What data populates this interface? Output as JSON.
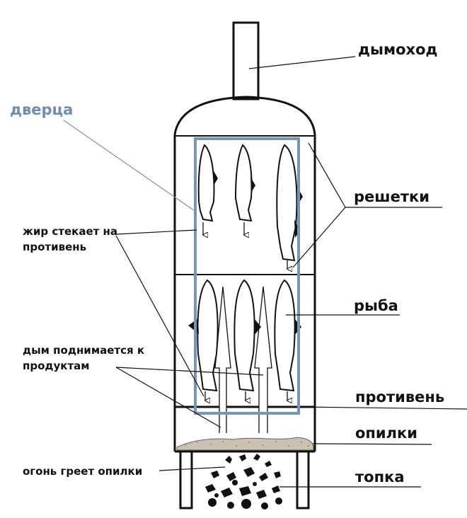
{
  "labels": {
    "chimney": "дымоход",
    "door": "дверца",
    "grates": "решетки",
    "fish": "рыба",
    "tray": "противень",
    "sawdust": "опилки",
    "firebox": "топка",
    "fat_line1": "жир стекает на",
    "fat_line2": "противень",
    "smoke_line1": "дым поднимается к",
    "smoke_line2": "продуктам",
    "fire": "огонь греет опилки"
  },
  "colors": {
    "outline": "#111111",
    "door": "#7a93bb",
    "door_text": "#6e8cb8",
    "sawdust": "#b8b0a0"
  }
}
